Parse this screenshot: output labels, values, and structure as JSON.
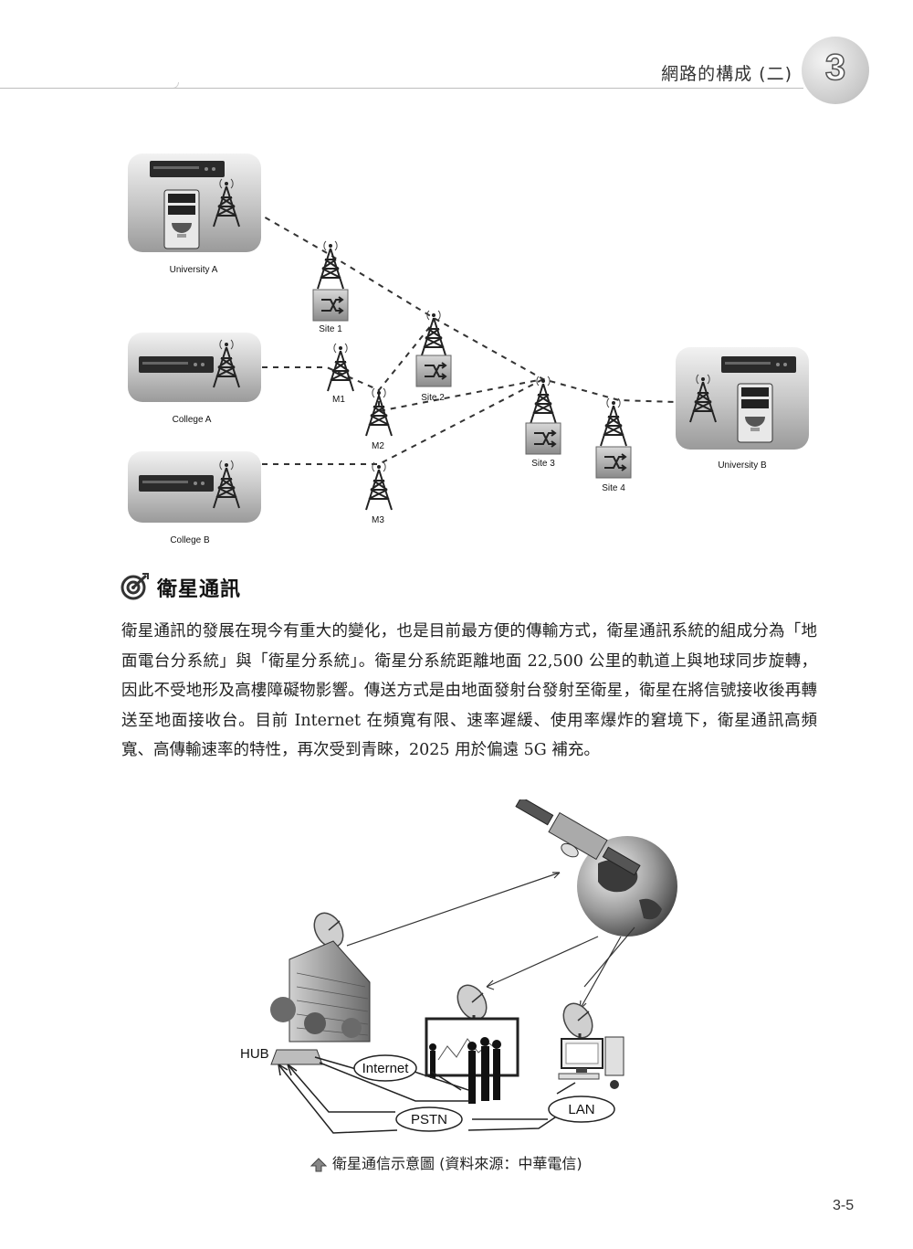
{
  "header": {
    "title": "網路的構成 (二)",
    "chapter_number": "3"
  },
  "network_diagram": {
    "labels": {
      "university_a": "University A",
      "college_a": "College A",
      "college_b": "College B",
      "university_b": "University B",
      "site1": "Site 1",
      "site2": "Site 2",
      "site3": "Site 3",
      "site4": "Site 4",
      "m1": "M1",
      "m2": "M2",
      "m3": "M3"
    }
  },
  "section": {
    "title": "衛星通訊",
    "icon": "target-icon",
    "body": "衛星通訊的發展在現今有重大的變化，也是目前最方便的傳輸方式，衛星通訊系統的組成分為「地面電台分系統」與「衛星分系統」。衛星分系統距離地面 22,500 公里的軌道上與地球同步旋轉，因此不受地形及高樓障礙物影響。傳送方式是由地面發射台發射至衛星，衛星在將信號接收後再轉送至地面接收台。目前 Internet 在頻寬有限、速率遲緩、使用率爆炸的窘境下，衛星通訊高頻寬、高傳輸速率的特性，再次受到青睞，2025 用於偏遠 5G 補充。"
  },
  "satellite_diagram": {
    "labels": {
      "hub": "HUB",
      "internet": "Internet",
      "pstn": "PSTN",
      "lan": "LAN"
    }
  },
  "caption": {
    "text": "衛星通信示意圖 (資料來源：中華電信)",
    "icon": "up-arrow-icon"
  },
  "page_number": "3-5",
  "colors": {
    "text": "#222222",
    "rule": "#bdbdbd",
    "box_gray": "#b5b5b5",
    "device_dark": "#2a2a2a"
  }
}
